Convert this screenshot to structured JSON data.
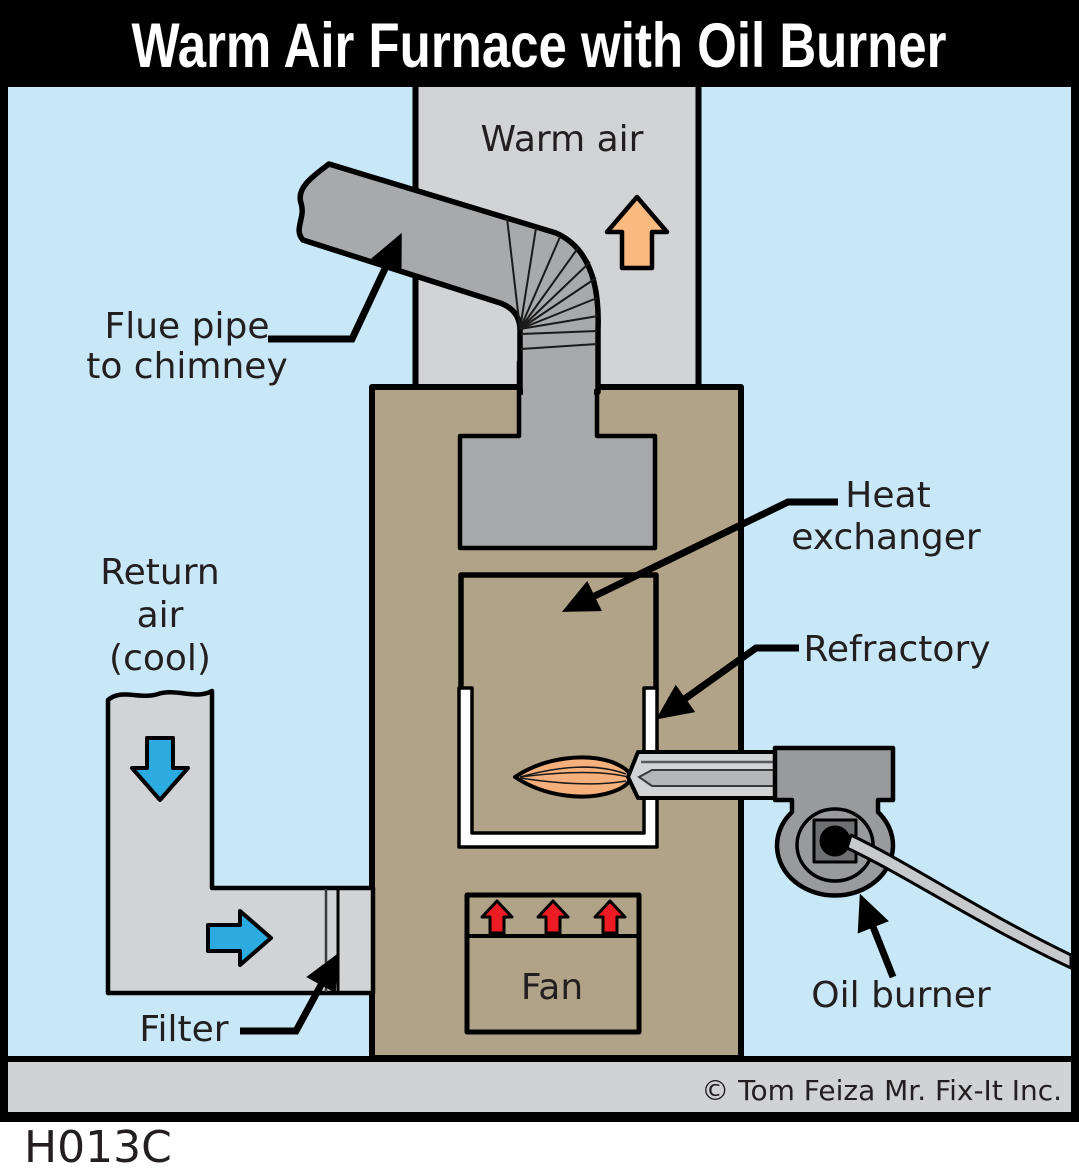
{
  "title": "Warm Air Furnace with Oil Burner",
  "diagram_code": "H013C",
  "footer": {
    "copyright": "©  Tom Feiza Mr. Fix-It Inc."
  },
  "labels": {
    "warm_air": "Warm air",
    "flue_line1": "Flue pipe",
    "flue_line2": "to chimney",
    "return_line1": "Return",
    "return_line2": "air",
    "return_line3": "(cool)",
    "heat_line1": "Heat",
    "heat_line2": "exchanger",
    "refractory": "Refractory",
    "fan": "Fan",
    "filter": "Filter",
    "oil_burner": "Oil burner"
  },
  "icons": {
    "warm_air_arrow": "up-arrow",
    "return_air_arrow": "down-arrow",
    "return_flow_arrow": "right-arrow",
    "fan_arrows": "three-up-arrows"
  },
  "colors": {
    "background_blue": "#c9e8f7",
    "furnace_tan": "#b1a387",
    "duct_gray": "#d1d3d4",
    "flue_gray": "#a7a9ab",
    "floor_gray": "#d1d2d4",
    "refractory_white": "#ffffff",
    "warm_arrow_orange": "#f9b97f",
    "flame_orange": "#f6b07c",
    "cool_arrow_blue": "#2cabe1",
    "fan_arrow_red": "#ed1c24",
    "burner_gray": "#989a9c",
    "burner_motor_dark": "#6d6f71",
    "oil_line_gray": "#c7c9cb",
    "frame_black": "#000000"
  }
}
